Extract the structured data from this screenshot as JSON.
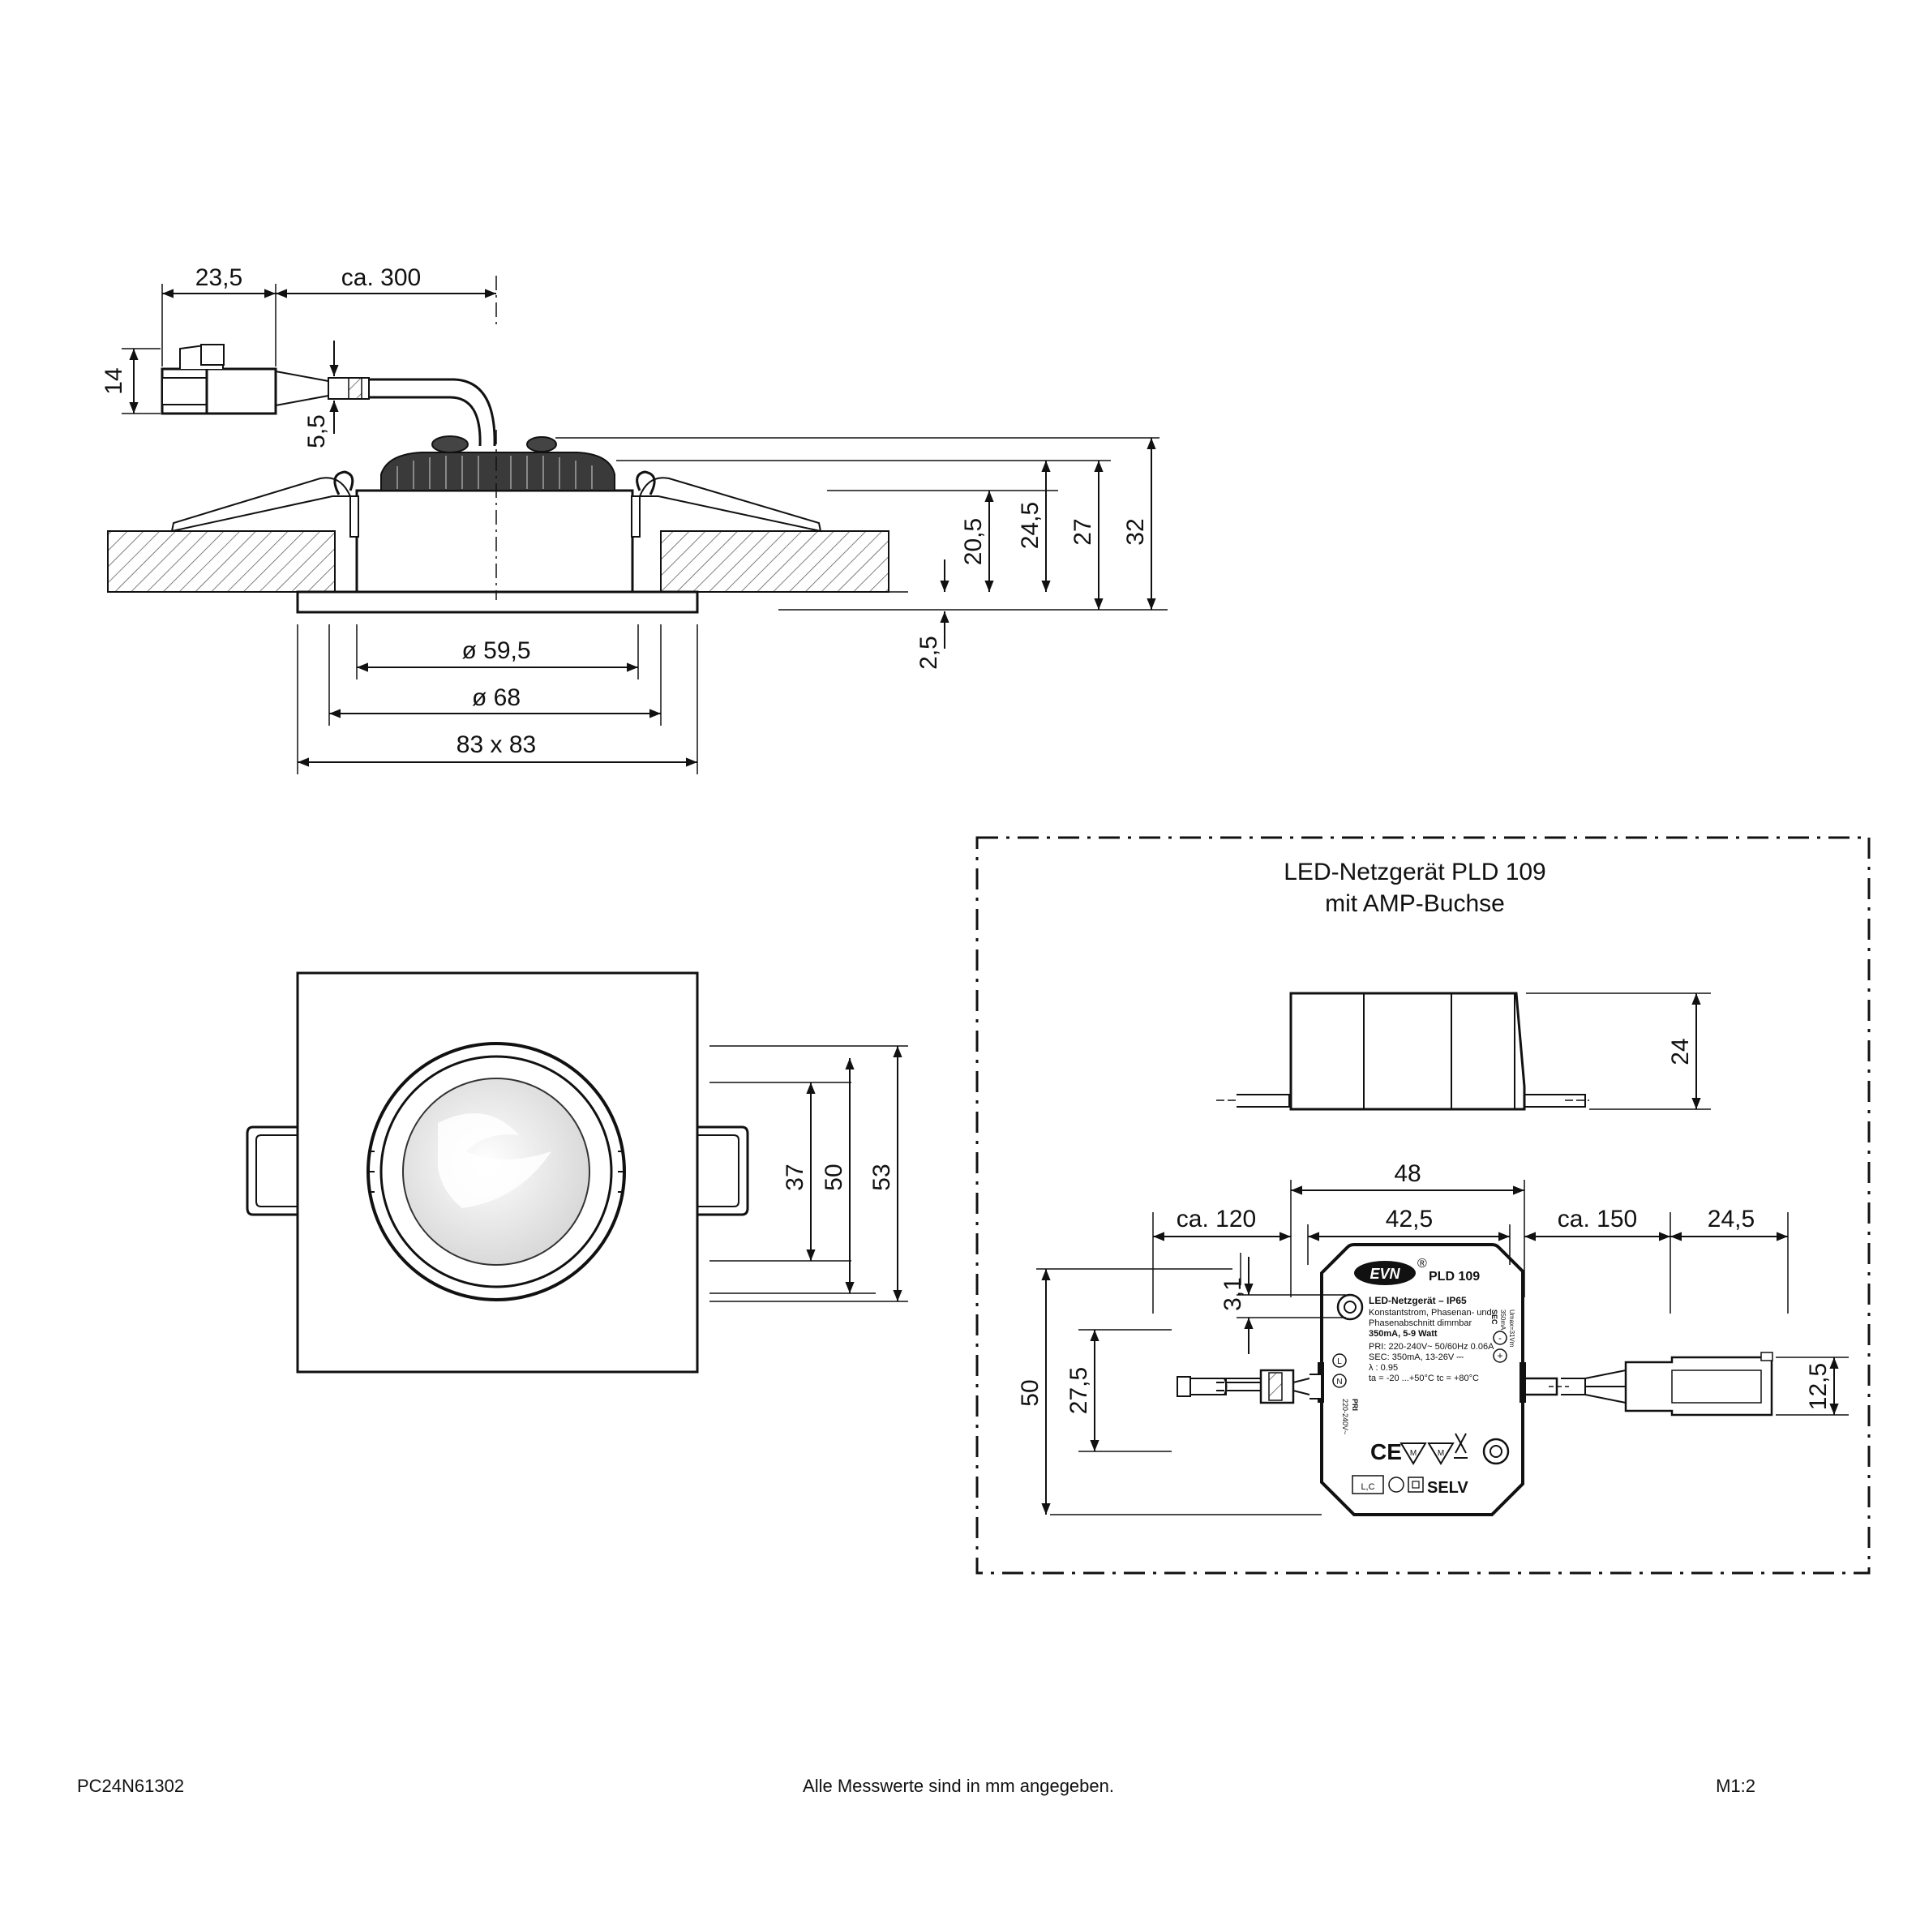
{
  "footer": {
    "code": "PC24N61302",
    "note": "Alle Messwerte sind in mm angegeben.",
    "scale": "M1:2"
  },
  "side_view": {
    "dims": {
      "connector_len": "23,5",
      "cable_len": "ca. 300",
      "connector_h": "14",
      "cable_d": "5,5",
      "h_20_5": "20,5",
      "h_24_5": "24,5",
      "h_27": "27",
      "h_32": "32",
      "flange": "2,5",
      "cutout": "ø 59,5",
      "bezel": "ø 68",
      "square": "83 x 83"
    }
  },
  "top_view": {
    "dims": {
      "d37": "37",
      "d50": "50",
      "d53": "53"
    }
  },
  "driver": {
    "title_line1": "LED-Netzgerät PLD 109",
    "title_line2": "mit AMP-Buchse",
    "dims": {
      "height": "24",
      "width_total": "48",
      "width_inner": "42,5",
      "cable_left": "ca. 120",
      "cable_right": "ca. 150",
      "plug_len": "24,5",
      "hole_offset": "3,1",
      "depth": "50",
      "hole_spacing": "27,5",
      "plug_h": "12,5"
    },
    "label": {
      "brand": "EVN",
      "registered": "®",
      "model": "PLD 109",
      "line1": "LED-Netzgerät  –  IP65",
      "line2": "Konstantstrom, Phasenan- und",
      "line3": "Phasenabschnitt dimmbar",
      "line4": "350mA, 5-9 Watt",
      "line5": "PRI: 220-240V~  50/60Hz 0.06A",
      "line6": "SEC: 350mA, 13-26V ⎓",
      "line7": "λ : 0.95",
      "line8": "ta = -20 ...+50°C  tc = +80°C",
      "pri": "PRI",
      "pri_v": "220-240V~",
      "sec": "SEC",
      "sec_v": "350mA",
      "sec_u": "Umax=31Vm",
      "ce": "CE",
      "selv": "SELV",
      "lc": "L,C",
      "minus": "-",
      "plus": "+",
      "pin_l": "L",
      "pin_n": "N"
    }
  }
}
